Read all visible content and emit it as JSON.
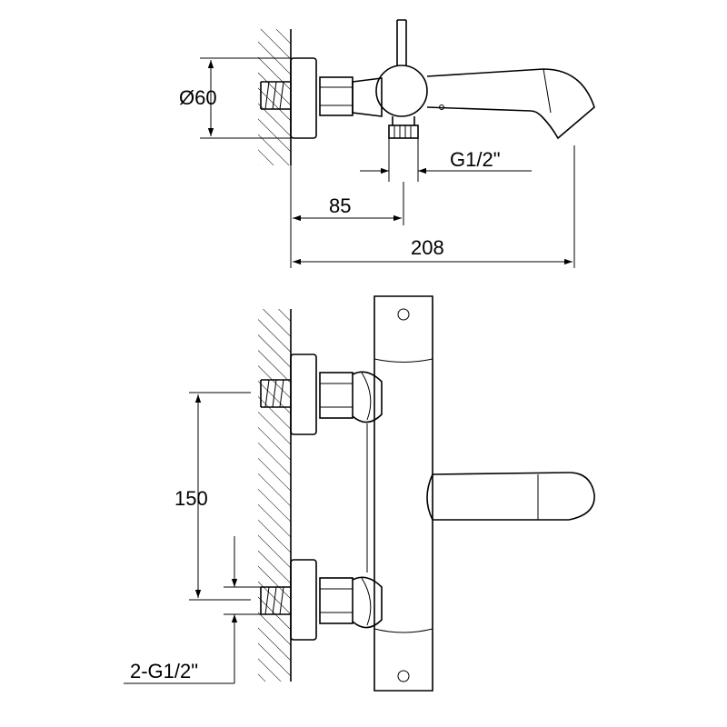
{
  "top_view": {
    "diameter_label": "Ø60",
    "inlet_offset_label": "85",
    "overall_length_label": "208",
    "outlet_thread_label": "G1/2\""
  },
  "front_view": {
    "inlet_spacing_label": "150",
    "inlet_thread_label": "2-G1/2\""
  }
}
